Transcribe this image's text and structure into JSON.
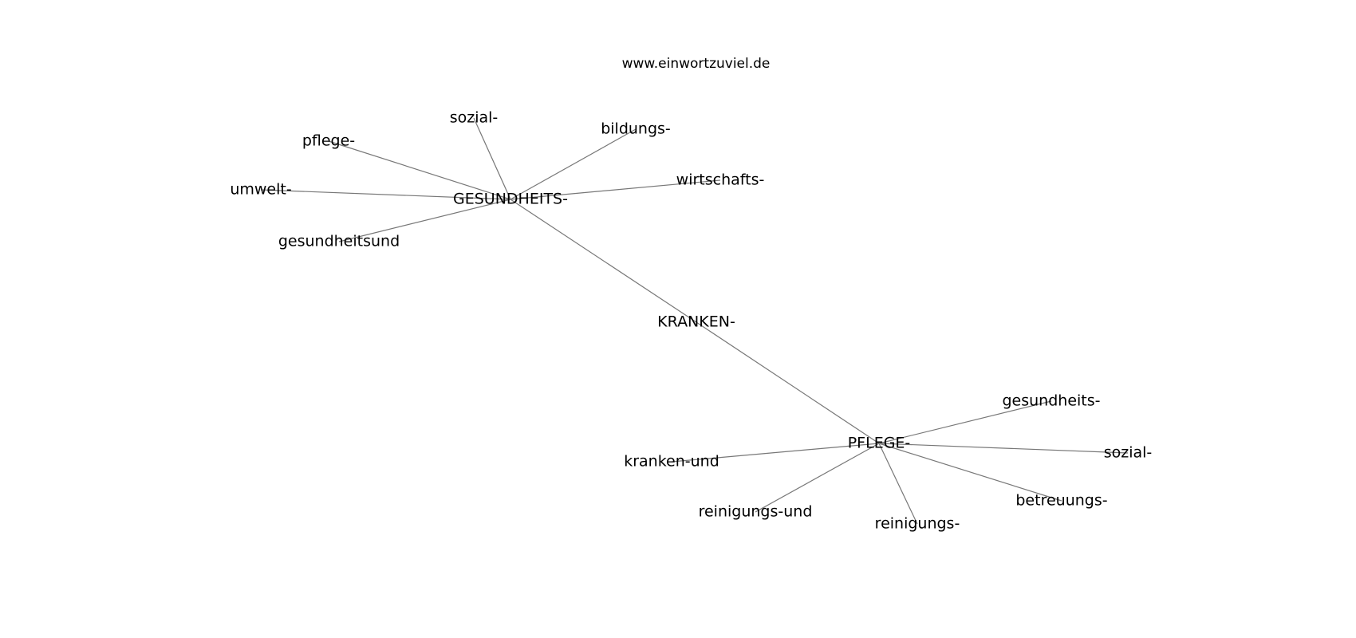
{
  "site": "www.einwortzuviel.de",
  "nodes": [
    {
      "id": "kranken",
      "label": "KRANKEN-"
    },
    {
      "id": "gesundheits",
      "label": "GESUNDHEITS-"
    },
    {
      "id": "pflege",
      "label": "PFLEGE-"
    },
    {
      "id": "g_sozial",
      "label": "sozial-"
    },
    {
      "id": "g_pflege",
      "label": "pflege-"
    },
    {
      "id": "g_bildungs",
      "label": "bildungs-"
    },
    {
      "id": "g_wirtschafts",
      "label": "wirtschafts-"
    },
    {
      "id": "g_umwelt",
      "label": "umwelt-"
    },
    {
      "id": "g_gesundheitsund",
      "label": "gesundheitsund"
    },
    {
      "id": "p_gesundheits",
      "label": "gesundheits-"
    },
    {
      "id": "p_sozial",
      "label": "sozial-"
    },
    {
      "id": "p_kranken_und",
      "label": "kranken-und"
    },
    {
      "id": "p_betreuungs",
      "label": "betreuungs-"
    },
    {
      "id": "p_reinigungs_und",
      "label": "reinigungs-und"
    },
    {
      "id": "p_reinigungs",
      "label": "reinigungs-"
    }
  ],
  "edges": [
    [
      "kranken",
      "gesundheits"
    ],
    [
      "kranken",
      "pflege"
    ],
    [
      "gesundheits",
      "g_sozial"
    ],
    [
      "gesundheits",
      "g_pflege"
    ],
    [
      "gesundheits",
      "g_bildungs"
    ],
    [
      "gesundheits",
      "g_wirtschafts"
    ],
    [
      "gesundheits",
      "g_umwelt"
    ],
    [
      "gesundheits",
      "g_gesundheitsund"
    ],
    [
      "pflege",
      "p_gesundheits"
    ],
    [
      "pflege",
      "p_sozial"
    ],
    [
      "pflege",
      "p_kranken_und"
    ],
    [
      "pflege",
      "p_betreuungs"
    ],
    [
      "pflege",
      "p_reinigungs_und"
    ],
    [
      "pflege",
      "p_reinigungs"
    ]
  ]
}
